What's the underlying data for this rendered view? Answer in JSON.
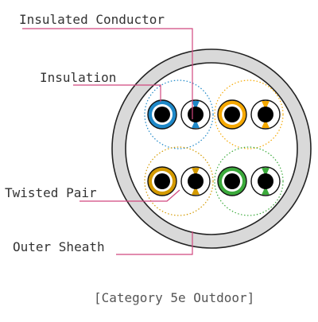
{
  "labels": {
    "insulated_conductor": "Insulated Conductor",
    "insulation": "Insulation",
    "twisted_pair": "Twisted Pair",
    "outer_sheath": "Outer Sheath"
  },
  "caption": "[Category 5e Outdoor]",
  "colors": {
    "leader_line": "#d1487f",
    "sheath_fill": "#d9d9d9",
    "pair_blue": "#1e88c8",
    "pair_orange": "#f5a800",
    "pair_brown": "#d49a00",
    "pair_green": "#3caa3c",
    "conductor": "#000000"
  },
  "pairs": [
    {
      "name": "blue",
      "color_key": "pair_blue"
    },
    {
      "name": "orange",
      "color_key": "pair_orange"
    },
    {
      "name": "brown",
      "color_key": "pair_brown"
    },
    {
      "name": "green",
      "color_key": "pair_green"
    }
  ]
}
